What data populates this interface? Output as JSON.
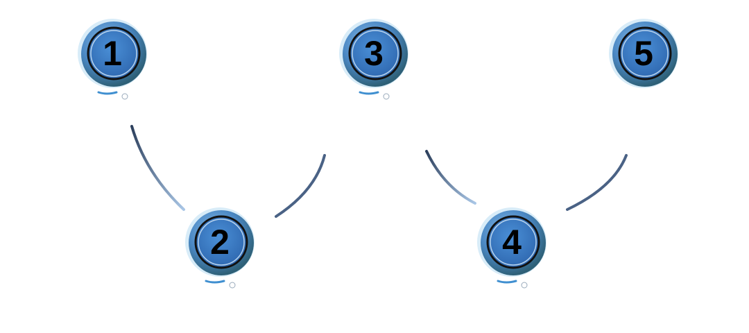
{
  "steps": [
    {
      "label": "1"
    },
    {
      "label": "2"
    },
    {
      "label": "3"
    },
    {
      "label": "4"
    },
    {
      "label": "5"
    }
  ],
  "colors": {
    "fill": "#3f7fc6",
    "outer": "#4a86b8",
    "ring": "#111111",
    "connector": "#3a5070"
  }
}
